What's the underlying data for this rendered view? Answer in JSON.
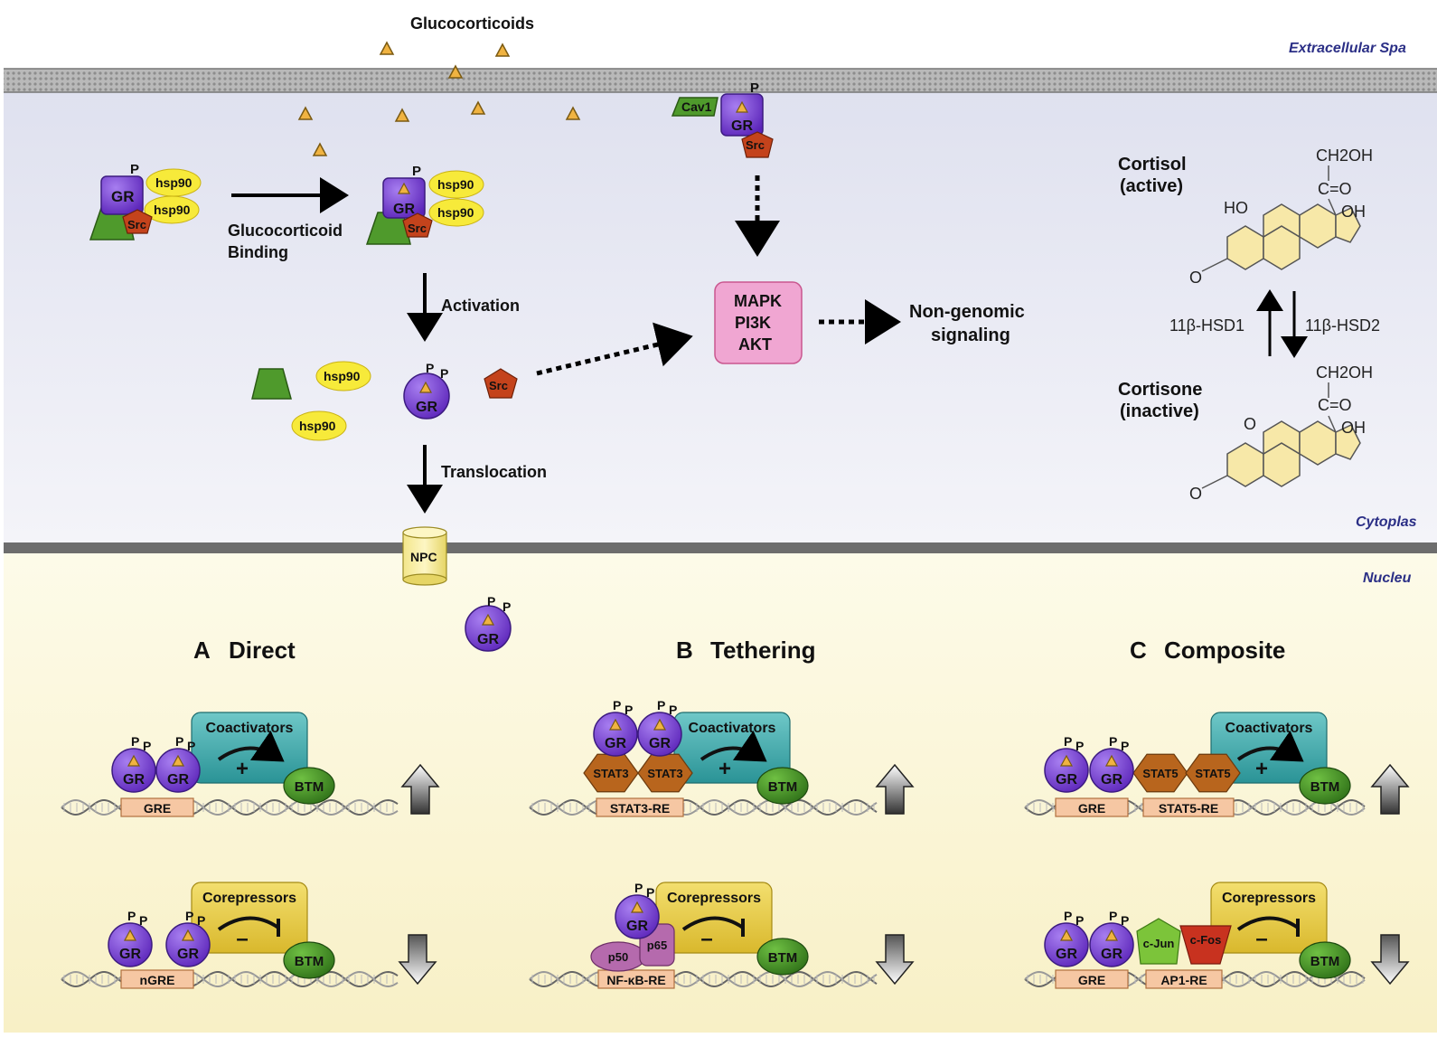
{
  "compartments": {
    "extracellular": "Extracellular Spa",
    "cytoplasm": "Cytoplas",
    "nucleus": "Nucleu"
  },
  "glucocorticoids_label": "Glucocorticoids",
  "binding_label_line1": "Glucocorticoid",
  "binding_label_line2": "Binding",
  "activation_label": "Activation",
  "translocation_label": "Translocation",
  "npc_label": "NPC",
  "labels": {
    "gr": "GR",
    "hsp90": "hsp90",
    "src": "Src",
    "cav1": "Cav1",
    "p": "P"
  },
  "kinase_box": [
    "MAPK",
    "PI3K",
    "AKT"
  ],
  "nongenomic_line1": "Non-genomic",
  "nongenomic_line2": "signaling",
  "steroids": {
    "cortisol_line1": "Cortisol",
    "cortisol_line2": "(active)",
    "cortisone_line1": "Cortisone",
    "cortisone_line2": "(inactive)",
    "enzyme_up": "11β-HSD1",
    "enzyme_down": "11β-HSD2",
    "ch2oh": "CH2OH",
    "co": "C=O",
    "oh": "OH",
    "ho": "HO",
    "o": "O"
  },
  "panels": {
    "a_letter": "A",
    "a_title": "Direct",
    "b_letter": "B",
    "b_title": "Tethering",
    "c_letter": "C",
    "c_title": "Composite"
  },
  "mechanism_labels": {
    "coactivators": "Coactivators",
    "corepressors": "Corepressors",
    "btm": "BTM",
    "plus": "+",
    "minus": "–",
    "gre": "GRE",
    "ngre": "nGRE",
    "stat3": "STAT3",
    "stat3_re": "STAT3-RE",
    "stat5": "STAT5",
    "stat5_re": "STAT5-RE",
    "p50": "p50",
    "p65": "p65",
    "nfkb_re": "NF-κB-RE",
    "cjun": "c-Jun",
    "cfos": "c-Fos",
    "ap1_re": "AP1-RE"
  },
  "colors": {
    "gr": "#7a3fd6",
    "hsp90": "#f7ea3a",
    "src": "#c4431c",
    "cav1": "#4f9a2c",
    "coactivator": "#2ea3a6",
    "corepressor": "#e8c93a",
    "btm": "#3d8a22",
    "kinase": "#f0a6d2",
    "stat": "#b8651d",
    "nfkb": "#b56aad",
    "cjun": "#7cc43a",
    "cfos": "#c8321f",
    "response_element": "#f6c7a3",
    "cytoplasm": "#e6e7f2",
    "nucleus": "#fbf6d8"
  }
}
